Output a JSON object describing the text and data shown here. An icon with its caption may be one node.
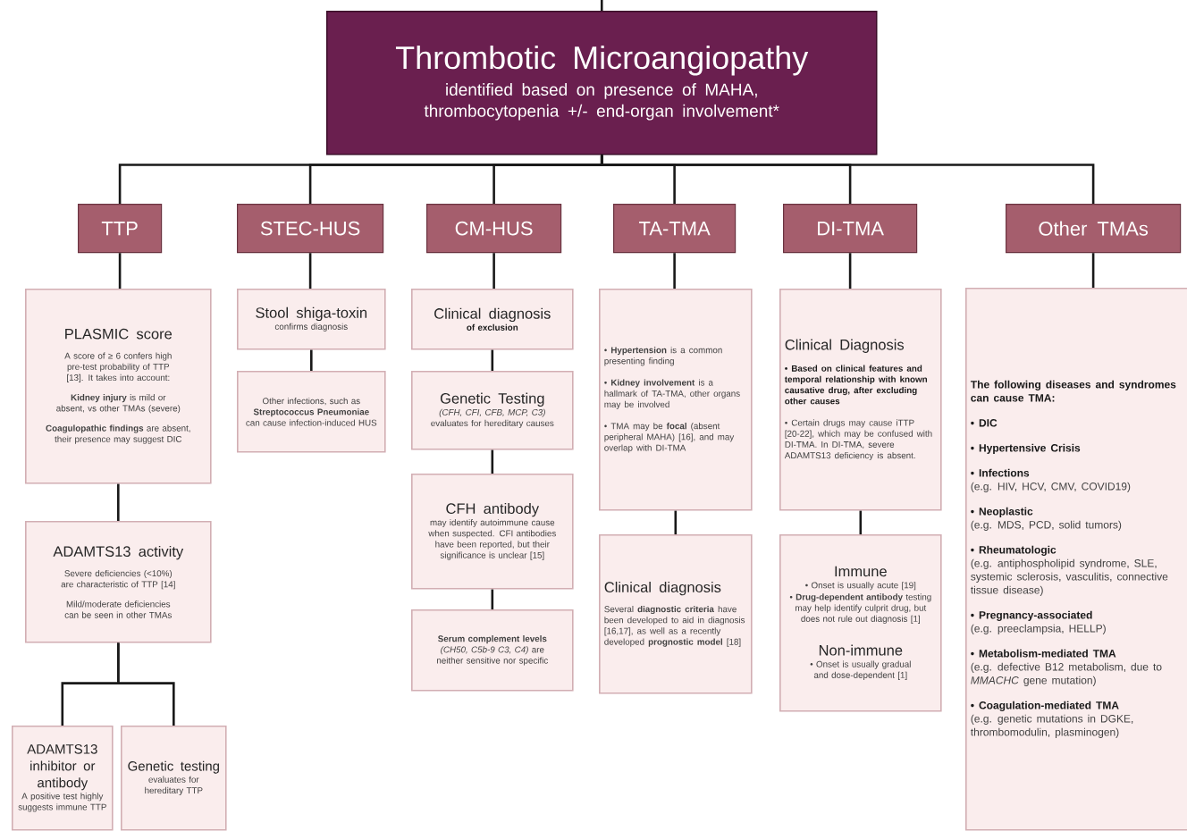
{
  "diagram": {
    "nodes": [
      {
        "text": [
          "Thrombotic Microangiopathy",
          "identified based on presence of MAHA, thrombocytopenia +/- end-organ involvement*"
        ]
      },
      {
        "text": [
          "TTP"
        ]
      },
      {
        "text": [
          "STEC-HUS"
        ]
      },
      {
        "text": [
          "CM-HUS"
        ]
      },
      {
        "text": [
          "TA-TMA"
        ]
      },
      {
        "text": [
          "DI-TMA"
        ]
      },
      {
        "text": [
          "Other TMAs"
        ]
      },
      {
        "text": [
          "PLASMIC score",
          "A score of ≥ 6 confers high pre-test probability of TTP [13]. It takes into account:",
          "**Kidney injury** is mild or absent, vs other TMAs (severe)",
          "**Coagulopathic findings** are absent, their presence may suggest DIC"
        ]
      },
      {
        "text": [
          "ADAMTS13 activity",
          "Severe deficiencies (<10%) are characteristic of TTP [14]",
          "Mild/moderate deficiencies can be seen in other TMAs"
        ]
      },
      {
        "text": [
          "ADAMTS13 inhibitor or antibody",
          "A positive test highly suggests immune TTP"
        ]
      },
      {
        "text": [
          "Genetic testing",
          "evaluates for hereditary TTP"
        ]
      },
      {
        "text": [
          "Stool shiga-toxin",
          "confirms diagnosis"
        ]
      },
      {
        "text": [
          "Other infections, such as **Streptococcus Pneumoniae** can cause infection-induced HUS"
        ]
      },
      {
        "text": [
          "Clinical diagnosis",
          "of exclusion"
        ]
      },
      {
        "text": [
          "Genetic Testing",
          "*(CFH, CFI, CFB, MCP, C3)* evaluates for hereditary causes"
        ]
      },
      {
        "text": [
          "CFH antibody",
          "may identify autoimmune cause when suspected. CFI antibodies have been reported, but their significance is unclear [15]"
        ]
      },
      {
        "text": [
          "**Serum complement levels** *(CH50, C5b-9 C3, C4)* are neither sensitive nor specific"
        ]
      },
      {
        "text": [
          "• **Hypertension** is a common presenting finding",
          "• **Kidney involvement** is a hallmark of TA-TMA, other organs may be involved",
          "• TMA may be **focal** (absent peripheral MAHA) [16], and may overlap with DI-TMA"
        ]
      },
      {
        "text": [
          "Clinical diagnosis",
          "Several **diagnostic criteria** have been developed to aid in diagnosis [16,17], as well as a recently developed **prognostic model** [18]"
        ]
      },
      {
        "text": [
          "Clinical Diagnosis",
          "• Based on clinical features and temporal relationship with known causative drug, after excluding other causes",
          "• Certain drugs may cause iTTP [20-22], which may be confused with DI-TMA. In DI-TMA, severe ADAMTS13 deficiency is absent."
        ]
      },
      {
        "text": [
          "Immune",
          "• Onset is usually acute [19]",
          "• **Drug-dependent antibody** testing may help identify culprit drug, but does not rule out diagnosis [1]",
          "Non-immune",
          "• Onset is usually gradual and dose-dependent [1]"
        ]
      },
      {
        "text": [
          "The following diseases and syndromes can cause TMA:",
          "• DIC",
          "• Hypertensive Crisis",
          "• Infections",
          "(e.g. HIV, HCV, CMV, COVID19)",
          "• Neoplastic",
          "(e.g. MDS, PCD, solid tumors)",
          "• Rheumatologic",
          "(e.g. antiphospholipid syndrome, SLE, systemic sclerosis, vasculitis, connective tissue disease)",
          "• Pregnancy-associated",
          "(e.g. preeclampsia, HELLP)",
          "• Metabolism-mediated TMA",
          "(e.g. defective B12 metabolism, due to *MMACHC* gene mutation)",
          "• Coagulation-mediated TMA",
          "(e.g. genetic mutations in DGKE, thrombomodulin, plasminogen)"
        ]
      }
    ],
    "edges": [
      {
        "from": null,
        "to": 0,
        "arrow": "none"
      },
      {
        "from": 0,
        "to": 1,
        "arrow": "none"
      },
      {
        "from": 0,
        "to": 2,
        "arrow": "none"
      },
      {
        "from": 0,
        "to": 3,
        "arrow": "none"
      },
      {
        "from": 0,
        "to": 4,
        "arrow": "none"
      },
      {
        "from": 0,
        "to": 5,
        "arrow": "none"
      },
      {
        "from": 0,
        "to": 6,
        "arrow": "none"
      },
      {
        "from": 1,
        "to": 7,
        "arrow": "none"
      },
      {
        "from": 7,
        "to": 8,
        "arrow": "none"
      },
      {
        "from": 8,
        "to": 9,
        "arrow": "none"
      },
      {
        "from": 8,
        "to": 10,
        "arrow": "none"
      },
      {
        "from": 2,
        "to": 11,
        "arrow": "none"
      },
      {
        "from": 11,
        "to": 12,
        "arrow": "none"
      },
      {
        "from": 3,
        "to": 13,
        "arrow": "none"
      },
      {
        "from": 13,
        "to": 14,
        "arrow": "none"
      },
      {
        "from": 14,
        "to": 15,
        "arrow": "none"
      },
      {
        "from": 15,
        "to": 16,
        "arrow": "none"
      },
      {
        "from": 4,
        "to": 17,
        "arrow": "none"
      },
      {
        "from": 17,
        "to": 18,
        "arrow": "none"
      },
      {
        "from": 5,
        "to": 19,
        "arrow": "none"
      },
      {
        "from": 19,
        "to": 20,
        "arrow": "none"
      },
      {
        "from": 6,
        "to": 21,
        "arrow": "none"
      }
    ]
  }
}
